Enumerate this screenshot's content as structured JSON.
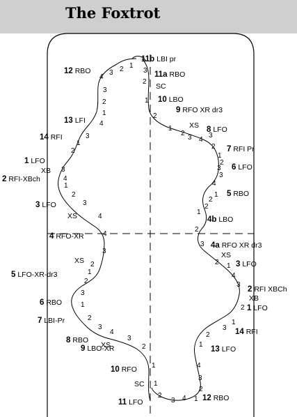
{
  "title": "The Foxtrot",
  "steps": [
    {
      "num": "11b",
      "text": "LBI pr"
    },
    {
      "num": "12",
      "text": "RBO"
    },
    {
      "num": "11a",
      "text": "RBO"
    },
    {
      "num": "",
      "text": "SC"
    },
    {
      "num": "10",
      "text": "LBO"
    },
    {
      "num": "9",
      "text": "RFO XR dr3"
    },
    {
      "num": "13",
      "text": "LFI"
    },
    {
      "num": "",
      "text": "XS"
    },
    {
      "num": "8",
      "text": "LFO"
    },
    {
      "num": "14",
      "text": "RFI"
    },
    {
      "num": "7",
      "text": "RFI Pr"
    },
    {
      "num": "1",
      "text": "LFO"
    },
    {
      "num": "",
      "text": "XB"
    },
    {
      "num": "6",
      "text": "LFO"
    },
    {
      "num": "2",
      "text": "RFI-XBch"
    },
    {
      "num": "5",
      "text": "RBO"
    },
    {
      "num": "3",
      "text": "LFO"
    },
    {
      "num": "",
      "text": "XS"
    },
    {
      "num": "4b",
      "text": "LBO"
    },
    {
      "num": "4",
      "text": "RFO-XR"
    },
    {
      "num": "4a",
      "text": "RFO XR dr3"
    },
    {
      "num": "",
      "text": "XS"
    },
    {
      "num": "",
      "text": "XS"
    },
    {
      "num": "3",
      "text": "LFO"
    },
    {
      "num": "5",
      "text": "LFO-XR-dr3"
    },
    {
      "num": "2",
      "text": "RFI XBCh"
    },
    {
      "num": "",
      "text": "XB"
    },
    {
      "num": "6",
      "text": "RBO"
    },
    {
      "num": "1",
      "text": "LFO"
    },
    {
      "num": "7",
      "text": "LBI-Pr"
    },
    {
      "num": "14",
      "text": "RFI"
    },
    {
      "num": "8",
      "text": "RBO"
    },
    {
      "num": "",
      "text": "XS"
    },
    {
      "num": "9",
      "text": "LBO-XR"
    },
    {
      "num": "13",
      "text": "LFO"
    },
    {
      "num": "10",
      "text": "RFO"
    },
    {
      "num": "",
      "text": "SC"
    },
    {
      "num": "11",
      "text": "LFO"
    },
    {
      "num": "12",
      "text": "RBO"
    }
  ],
  "beat_counts": [
    "1",
    "2",
    "3",
    "4",
    "3",
    "2",
    "1",
    "4",
    "3",
    "2",
    "1",
    "2",
    "1",
    "2",
    "3",
    "4",
    "3",
    "2",
    "1",
    "2",
    "3",
    "4",
    "1",
    "2",
    "3",
    "1",
    "2",
    "3",
    "4",
    "1",
    "2",
    "3",
    "4",
    "4",
    "3",
    "2",
    "1",
    "2",
    "3",
    "1",
    "2",
    "3",
    "4",
    "3",
    "2",
    "1",
    "1",
    "2",
    "3",
    "4",
    "1",
    "2",
    "3",
    "4",
    "1",
    "2",
    "3",
    "1",
    "2",
    "3",
    "4",
    "1",
    "2",
    "3",
    "2",
    "1",
    "2",
    "3",
    "4",
    "1",
    "2",
    "3",
    "1",
    "2",
    "3",
    "4",
    "1",
    "2",
    "3",
    "4",
    "1",
    "2",
    "3",
    "4",
    "3",
    "2",
    "1",
    "2",
    "3",
    "4",
    "3",
    "2",
    "1",
    "1",
    "2",
    "3",
    "4",
    "1",
    "2",
    "3",
    "4",
    "1",
    "2",
    "3"
  ]
}
